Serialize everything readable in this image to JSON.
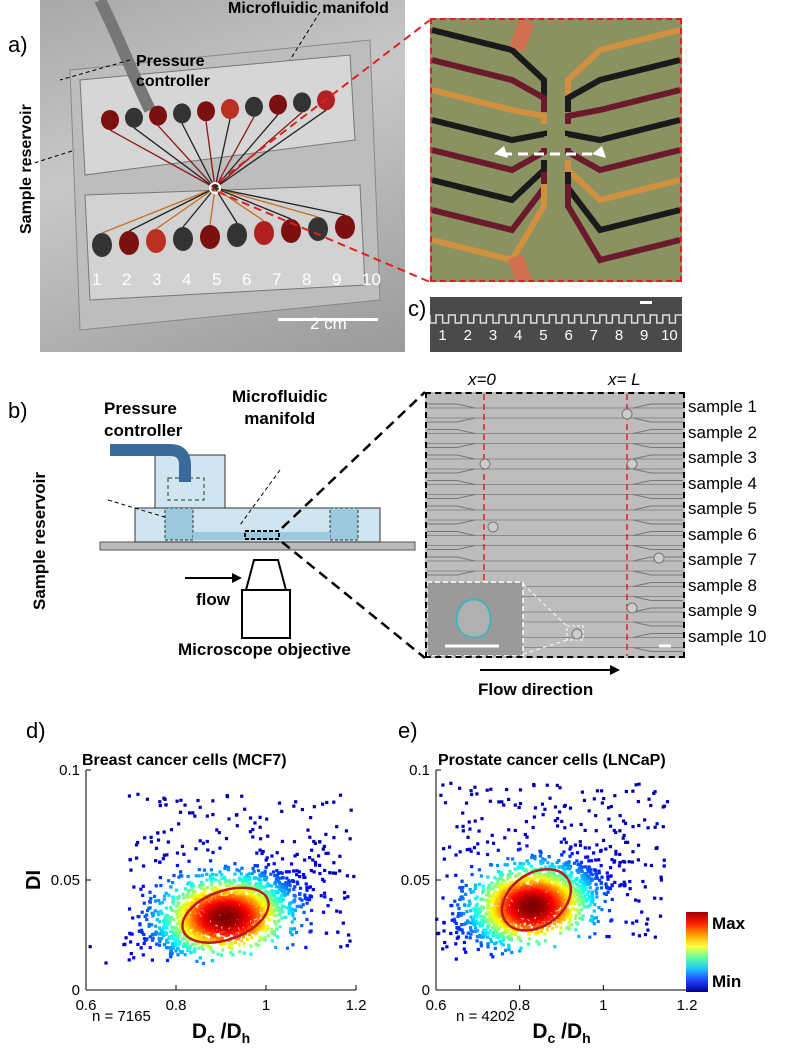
{
  "panel_a": {
    "letter": "a)",
    "pressure_controller": "Pressure\ncontroller",
    "microfluidic_manifold": "Microfluidic manifold",
    "sample_reservoir": "Sample reservoir",
    "reservoir_numbers": [
      "1",
      "2",
      "3",
      "4",
      "5",
      "6",
      "7",
      "8",
      "9",
      "10"
    ],
    "scale_bar": "2 cm"
  },
  "panel_c": {
    "letter": "c)",
    "channel_numbers": [
      "1",
      "2",
      "3",
      "4",
      "5",
      "6",
      "7",
      "8",
      "9",
      "10"
    ]
  },
  "panel_b": {
    "letter": "b)",
    "pressure_controller": "Pressure\ncontroller",
    "microfluidic_manifold": "Microfluidic\nmanifold",
    "sample_reservoir": "Sample reservoir",
    "flow": "flow",
    "microscope_objective": "Microscope objective",
    "x0": "x=0",
    "xL": "x= L",
    "samples": [
      "sample  1",
      "sample  2",
      "sample  3",
      "sample  4",
      "sample  5",
      "sample  6",
      "sample  7",
      "sample  8",
      "sample  9",
      "sample  10"
    ],
    "flow_direction": "Flow direction"
  },
  "chart_data": [
    {
      "type": "scatter",
      "panel": "d)",
      "title": "Breast cancer cells (MCF7)",
      "xlabel": "Dc /Dh",
      "ylabel": "DI",
      "xlim": [
        0.6,
        1.2
      ],
      "ylim": [
        0,
        0.1
      ],
      "xticks": [
        "0.6",
        "0.8",
        "1",
        "1.2"
      ],
      "yticks": [
        "0",
        "0.05",
        "0.1"
      ],
      "annotation": "n = 7165",
      "density_center": [
        0.91,
        0.033
      ],
      "contour": {
        "cx": 0.91,
        "cy": 0.034,
        "rx": 0.1,
        "ry": 0.011,
        "angle_deg": 20
      }
    },
    {
      "type": "scatter",
      "panel": "e)",
      "title": "Prostate cancer cells (LNCaP)",
      "xlabel": "Dc /Dh",
      "ylabel": "DI",
      "xlim": [
        0.6,
        1.2
      ],
      "ylim": [
        0,
        0.1
      ],
      "xticks": [
        "0.6",
        "0.8",
        "1",
        "1.2"
      ],
      "yticks": [
        "0",
        "0.05",
        "0.1"
      ],
      "annotation": "n = 4202",
      "density_center": [
        0.83,
        0.038
      ],
      "contour": {
        "cx": 0.84,
        "cy": 0.041,
        "rx": 0.09,
        "ry": 0.012,
        "angle_deg": 35
      },
      "colorbar": {
        "max": "Max",
        "min": "Min"
      }
    }
  ],
  "colors": {
    "red_dashed": "#e02020",
    "black_dashed": "#000000",
    "light_blue": "#cfe6f0",
    "pipe_blue": "#3a6a9a"
  }
}
